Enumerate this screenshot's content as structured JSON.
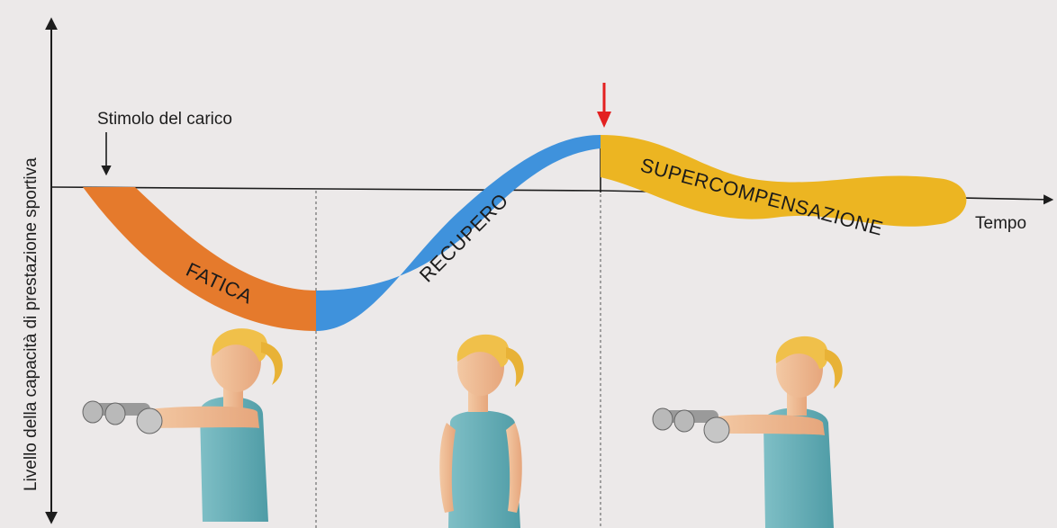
{
  "y_axis_label": "Livello della capacità di prestazione sportiva",
  "x_axis_label": "Tempo",
  "stimulus_label": "Stimolo del carico",
  "phases": [
    {
      "label": "FATICA",
      "color": "#e57a2c"
    },
    {
      "label": "RECUPERO",
      "color": "#3f92dc"
    },
    {
      "label": "SUPERCOMPENSAZIONE",
      "color": "#ecb522"
    }
  ],
  "marker_color": "#e32020",
  "figures": [
    {
      "pose": "arms-extended-with-dumbbells"
    },
    {
      "pose": "standing-resting"
    },
    {
      "pose": "arms-extended-with-dumbbells"
    }
  ]
}
